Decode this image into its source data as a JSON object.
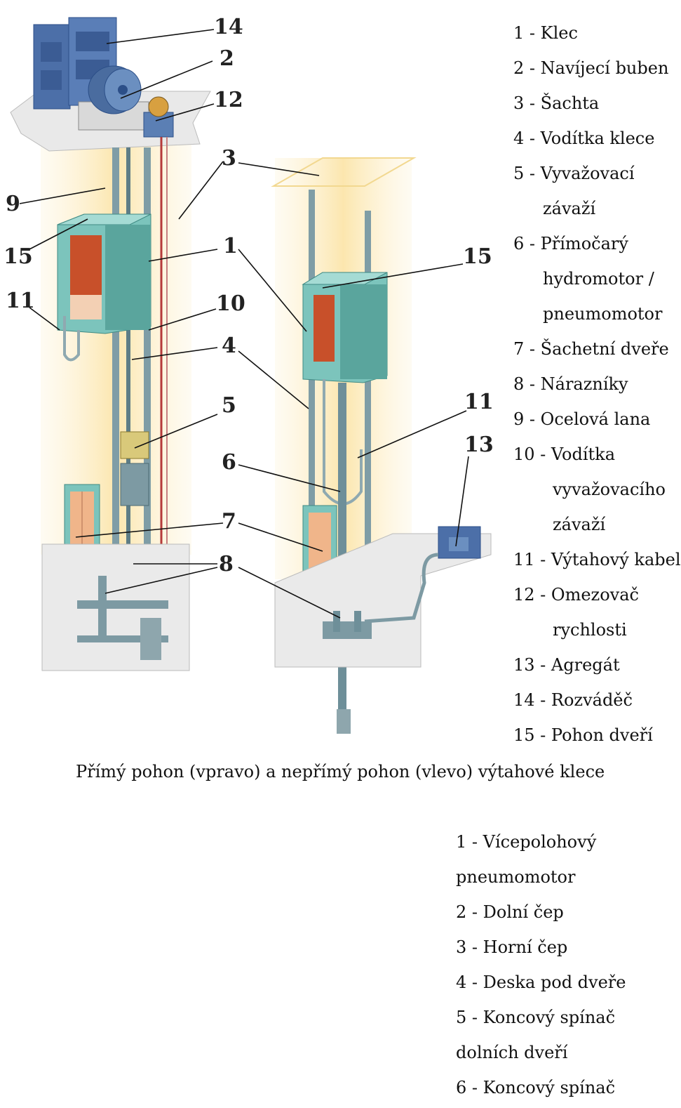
{
  "callouts": {
    "c14": "14",
    "c2": "2",
    "c12": "12",
    "c3": "3",
    "c9": "9",
    "c15a": "15",
    "c1": "1",
    "c15b": "15",
    "c11a": "11",
    "c10": "10",
    "c4": "4",
    "c5": "5",
    "c6": "6",
    "c11b": "11",
    "c13": "13",
    "c7": "7",
    "c8": "8"
  },
  "legend_top": [
    "1 - Klec",
    "2 - Navíjecí buben",
    "3 - Šachta",
    "4 - Vodítka klece",
    "5 - Vyvažovací",
    "závaží",
    "6 - Přímočarý",
    "hydromotor /",
    "pneumomotor",
    "7 - Šachetní dveře",
    "8 - Nárazníky",
    "9 - Ocelová lana",
    "10 - Vodítka",
    "vyvažovacího",
    "závaží",
    "11 - Výtahový kabel",
    "12 - Omezovač",
    "rychlosti",
    "13 - Agregát",
    "14 - Rozváděč",
    "15 - Pohon dveří"
  ],
  "caption": "Přímý pohon (vpravo) a nepřímý pohon (vlevo) výtahové klece",
  "legend_bottom": [
    "1 - Vícepolohový",
    "pneumomotor",
    "2 - Dolní čep",
    "3 - Horní čep",
    "4 - Deska pod dveře",
    "5 - Koncový spínač",
    "dolních dveří",
    "6 - Koncový spínač"
  ],
  "colors": {
    "shaft_glow": "#fce9b8",
    "car": "#7cc4bc",
    "car_dark": "#4f9a93",
    "car_interior": "#c8502a",
    "door_panel": "#f0b58a",
    "cabinet": "#4c6fa8",
    "floor": "#ececec",
    "rail": "#6e8f99",
    "rope": "#b53a3a"
  }
}
